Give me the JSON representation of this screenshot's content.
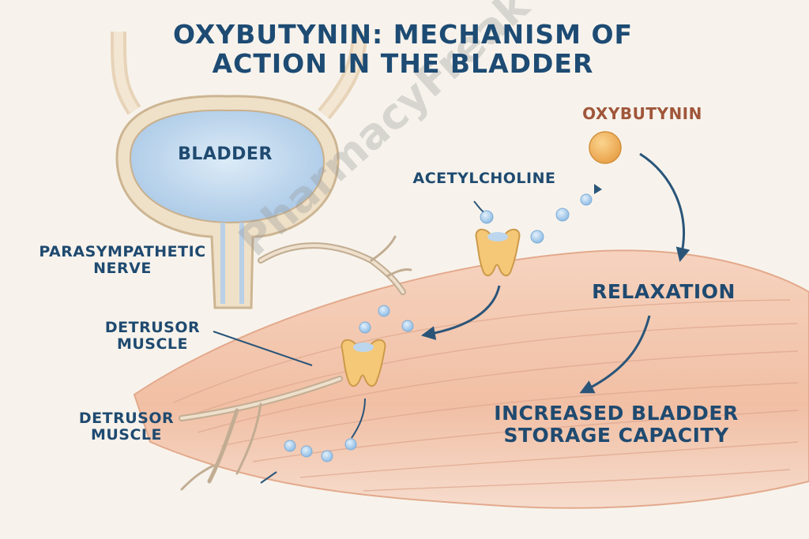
{
  "title": "OXYBUTYNIN: MECHANISM OF ACTION IN THE BLADDER",
  "labels": {
    "bladder": "BLADDER",
    "parasympathetic_nerve": "PARASYMPATHETIC NERVE",
    "detrusor_muscle_upper": "DETRUSOR MUSCLE",
    "detrusor_muscle_lower": "DETRUSOR MUSCLE",
    "acetylcholine": "ACETYLCHOLINE",
    "oxybutynin": "OXYBUTYNIN",
    "relaxation": "RELAXATION",
    "increased_capacity": "INCREASED BLADDER STORAGE CAPACITY"
  },
  "watermark": "PharmacyFreak",
  "colors": {
    "title": "#1d4b73",
    "label_text": "#1f4a70",
    "oxybutynin_text": "#a0563a",
    "oxybutynin_ball": "#f2b45a",
    "bladder_fill": "#b9d3ea",
    "muscle_fill": "#f3c9b2",
    "receptor": "#f5c878",
    "acetylcholine_dot": "#a9cdec",
    "arrow": "#2a5579"
  },
  "icons": [
    "bladder-icon",
    "nerve-icon",
    "muscle-icon",
    "receptor-icon",
    "acetylcholine-dot-icon",
    "oxybutynin-molecule-icon",
    "arrow-icon"
  ]
}
